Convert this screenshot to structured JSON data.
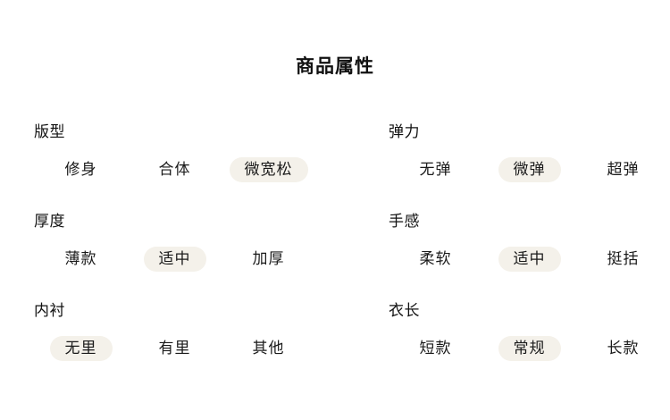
{
  "title": "商品属性",
  "colors": {
    "page_background": "#ffffff",
    "text": "#1a1a1a",
    "selected_pill_background": "#F4F1EA"
  },
  "attributes": [
    {
      "label": "版型",
      "options": [
        {
          "text": "修身",
          "selected": false
        },
        {
          "text": "合体",
          "selected": false
        },
        {
          "text": "微宽松",
          "selected": true
        }
      ]
    },
    {
      "label": "弹力",
      "options": [
        {
          "text": "无弹",
          "selected": false
        },
        {
          "text": "微弹",
          "selected": true
        },
        {
          "text": "超弹",
          "selected": false
        }
      ]
    },
    {
      "label": "厚度",
      "options": [
        {
          "text": "薄款",
          "selected": false
        },
        {
          "text": "适中",
          "selected": true
        },
        {
          "text": "加厚",
          "selected": false
        }
      ]
    },
    {
      "label": "手感",
      "options": [
        {
          "text": "柔软",
          "selected": false
        },
        {
          "text": "适中",
          "selected": true
        },
        {
          "text": "挺括",
          "selected": false
        }
      ]
    },
    {
      "label": "内衬",
      "options": [
        {
          "text": "无里",
          "selected": true
        },
        {
          "text": "有里",
          "selected": false
        },
        {
          "text": "其他",
          "selected": false
        }
      ]
    },
    {
      "label": "衣长",
      "options": [
        {
          "text": "短款",
          "selected": false
        },
        {
          "text": "常规",
          "selected": false
        },
        {
          "text": "长款",
          "selected": false
        }
      ]
    }
  ]
}
